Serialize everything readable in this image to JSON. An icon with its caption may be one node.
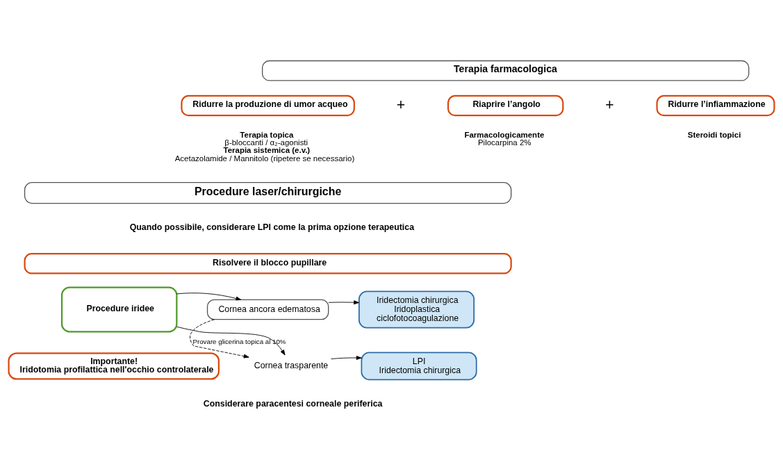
{
  "diagram": {
    "nodes": [
      {
        "text": [
          "Terapia farmacologica"
        ]
      },
      {
        "text": [
          "Ridurre la produzione di umor acqueo"
        ],
        "beside": [
          "Terapia topica",
          "β-bloccanti / α₂-agonisti",
          "Terapia sistemica (e.v.)",
          "Acetazolamide / Mannitolo (ripetere se necessario)"
        ]
      },
      {
        "text": [
          "Riaprire l’angolo"
        ],
        "beside": [
          "Farmacologicamente",
          "Pilocarpina 2%"
        ]
      },
      {
        "text": [
          "Ridurre l’infiammazione"
        ],
        "beside": [
          "Steroidi topici"
        ]
      },
      {
        "text": [
          "Procedure laser/chirurgiche"
        ]
      },
      {
        "text": [
          "Risolvere il blocco pupillare"
        ]
      },
      {
        "text": [
          "Procedure iridee"
        ]
      },
      {
        "text": [
          "Cornea ancora edematosa"
        ]
      },
      {
        "text": [
          "Iridectomia chirurgica",
          "Iridoplastica",
          "ciclofotocoagulazione"
        ]
      },
      {
        "text": [
          "Cornea trasparente"
        ]
      },
      {
        "text": [
          "LPI",
          "Iridectomia chirurgica"
        ]
      },
      {
        "text": [
          "Importante!",
          "Iridotomia profilattica nell'occhio controlaterale"
        ]
      }
    ],
    "edges": [
      {
        "from": 6,
        "to": 7,
        "arrow": "to"
      },
      {
        "from": 6,
        "to": 9,
        "arrow": "to"
      },
      {
        "from": 7,
        "to": 8,
        "arrow": "to"
      },
      {
        "from": 7,
        "to": 9,
        "arrow": "to",
        "style": "dashed",
        "label": "Provare glicerina topica al 10%"
      },
      {
        "from": 9,
        "to": 10,
        "arrow": "to"
      }
    ],
    "labels": [
      "+",
      "+",
      "Quando possibile, considerare LPI come la prima opzione terapeutica",
      "Considerare paracentesi corneale periferica"
    ]
  }
}
